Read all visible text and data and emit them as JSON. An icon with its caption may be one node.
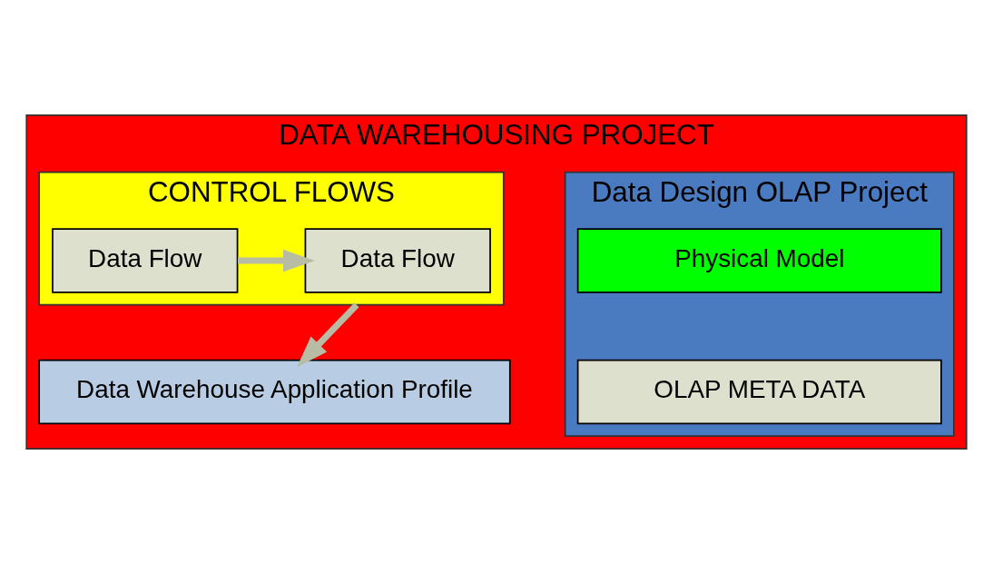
{
  "diagram": {
    "nodes": [
      {
        "text": [
          "DATA WAREHOUSING PROJECT"
        ]
      },
      {
        "text": [
          "Data Design OLAP Project"
        ],
        "in": 0
      },
      {
        "text": [
          "Physical Model"
        ],
        "in": 1
      },
      {
        "text": [
          "OLAP META DATA"
        ],
        "in": 1
      },
      {
        "text": [
          "CONTROL FLOWS"
        ],
        "in": 0
      },
      {
        "text": [
          "Data Flow"
        ],
        "in": 4
      },
      {
        "text": [
          "Data Flow"
        ],
        "in": 4
      },
      {
        "text": [
          "Data Warehouse Application Profile"
        ],
        "in": 0
      }
    ],
    "edges": [
      {
        "from": 5,
        "to": 6,
        "arrow": "to"
      },
      {
        "from": 4,
        "to": 7,
        "arrow": "to"
      }
    ]
  }
}
